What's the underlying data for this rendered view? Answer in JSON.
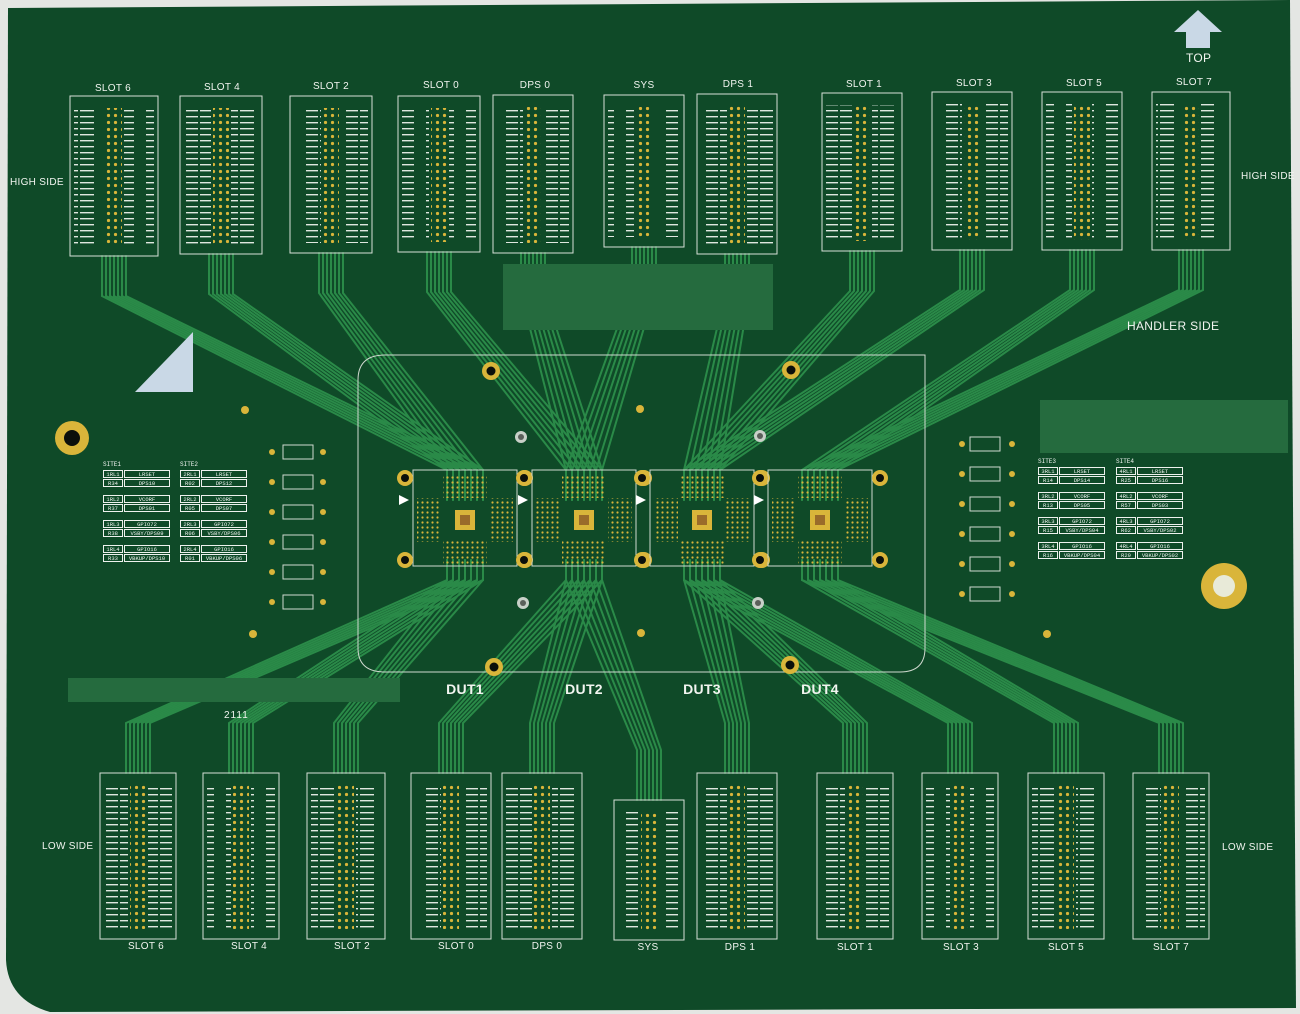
{
  "board": {
    "colors": {
      "background": "#e4e6e3",
      "board": "#0f4a28",
      "trace": "#2a8a48",
      "silk": "#f2f5f0",
      "gold": "#d9b53a",
      "arrow": "#c9d8e6",
      "mask_patch": "#256b3e"
    },
    "top_label": "TOP",
    "top_arrow_icon": "arrow-up",
    "handler_side_label": "HANDLER SIDE",
    "board_number": "2111",
    "high_side_left": "HIGH SIDE",
    "high_side_right": "HIGH SIDE",
    "low_side_left": "LOW SIDE",
    "low_side_right": "LOW SIDE",
    "top_headers": [
      "SLOT 6",
      "SLOT 4",
      "SLOT 2",
      "SLOT 0",
      "DPS 0",
      "SYS",
      "DPS 1",
      "SLOT 1",
      "SLOT 3",
      "SLOT 5",
      "SLOT 7"
    ],
    "bottom_headers": [
      "SLOT 6",
      "SLOT 4",
      "SLOT 2",
      "SLOT 0",
      "DPS 0",
      "SYS",
      "DPS 1",
      "SLOT 1",
      "SLOT 3",
      "SLOT 5",
      "SLOT 7"
    ],
    "duts": [
      "DUT1",
      "DUT2",
      "DUT3",
      "DUT4"
    ],
    "sites": [
      {
        "name": "SITE1",
        "rows": [
          [
            "1RL1",
            "LRSET",
            "R34",
            "DPS10"
          ],
          [
            "1RL2",
            "VCORF",
            "R37",
            "DPS01"
          ],
          [
            "1RL3",
            "GPIO72",
            "R38",
            "VSBY/DPS09"
          ],
          [
            "1RL4",
            "GPIO16",
            "R33",
            "VBKUP/DPS10"
          ]
        ]
      },
      {
        "name": "SITE2",
        "rows": [
          [
            "2RL1",
            "LRSET",
            "R02",
            "DPS12"
          ],
          [
            "2RL2",
            "VCORF",
            "R05",
            "DPS07"
          ],
          [
            "2RL3",
            "GPIO72",
            "R06",
            "VSBY/DPS06"
          ],
          [
            "2RL4",
            "GPIO16",
            "R01",
            "VBKUP/DPS06"
          ]
        ]
      },
      {
        "name": "SITE3",
        "rows": [
          [
            "3RL1",
            "LRSET",
            "R14",
            "DPS14"
          ],
          [
            "3RL2",
            "VCORF",
            "R13",
            "DPS05"
          ],
          [
            "3RL3",
            "GPIO72",
            "R15",
            "VSBY/DPS04"
          ],
          [
            "3RL4",
            "GPIO16",
            "R16",
            "VBKUP/DPS04"
          ]
        ]
      },
      {
        "name": "SITE4",
        "rows": [
          [
            "4RL1",
            "LRSET",
            "R25",
            "DPS16"
          ],
          [
            "4RL2",
            "VCORF",
            "R57",
            "DPS03"
          ],
          [
            "4RL3",
            "GPIO72",
            "R62",
            "VSBY/DPS02"
          ],
          [
            "4RL4",
            "GPIO16",
            "R29",
            "VBKUP/DPS02"
          ]
        ]
      }
    ]
  }
}
